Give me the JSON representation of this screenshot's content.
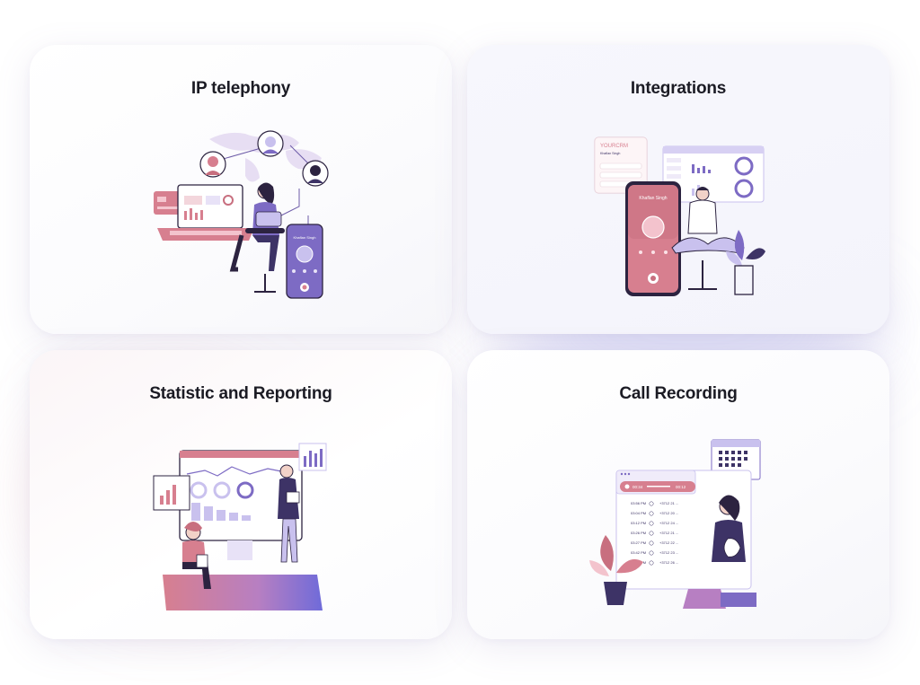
{
  "colors": {
    "purple": "#7d6bc4",
    "lavender": "#c9c1ee",
    "pink": "#d77f8f",
    "rose": "#c86f7f",
    "dark": "#2c2340"
  },
  "cards": [
    {
      "title": "IP telephony",
      "illustration": {
        "phone": {
          "caller": "Khaflan Singh"
        }
      }
    },
    {
      "title": "Integrations",
      "illustration": {
        "crm": {
          "brand": "YOURCRM",
          "contact": "Khaflan Singh"
        },
        "phone": {
          "caller": "Khaflan Singh"
        }
      }
    },
    {
      "title": "Statistic and Reporting"
    },
    {
      "title": "Call Recording",
      "illustration": {
        "player": {
          "elapsed": "00:34",
          "total": "00:12"
        },
        "log_rows": [
          {
            "time": "03:56 PM",
            "number": "+3712 21 ..."
          },
          {
            "time": "03:04 PM",
            "number": "+3712 20 ..."
          },
          {
            "time": "03:12 PM",
            "number": "+3712 24 ..."
          },
          {
            "time": "03:26 PM",
            "number": "+3712 21 ..."
          },
          {
            "time": "03:27 PM",
            "number": "+3712 22 ..."
          },
          {
            "time": "03:42 PM",
            "number": "+3712 23 ..."
          },
          {
            "time": "03:44 PM",
            "number": "+3712 26 ..."
          }
        ]
      }
    }
  ]
}
